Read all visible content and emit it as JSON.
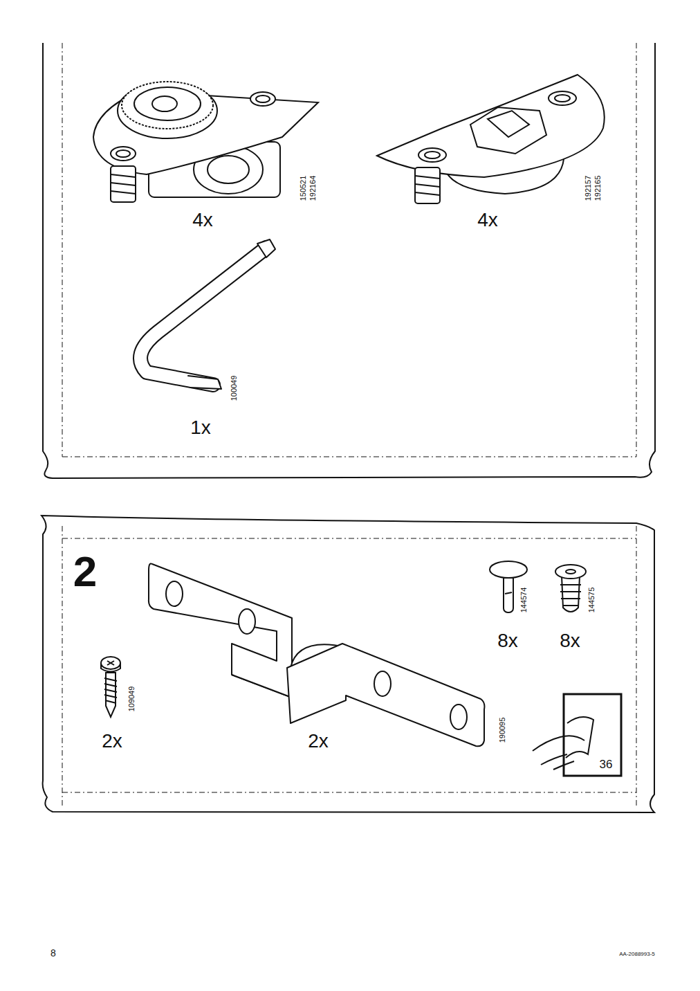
{
  "diagram": {
    "labels": [
      "150521",
      "192164",
      "4x",
      "192157",
      "192165",
      "4x",
      "100049",
      "1x",
      "2",
      "109049",
      "2x",
      "144574",
      "8x",
      "144575",
      "8x",
      "190095",
      "2x",
      "36",
      "8",
      "AA-2088993-5"
    ]
  }
}
